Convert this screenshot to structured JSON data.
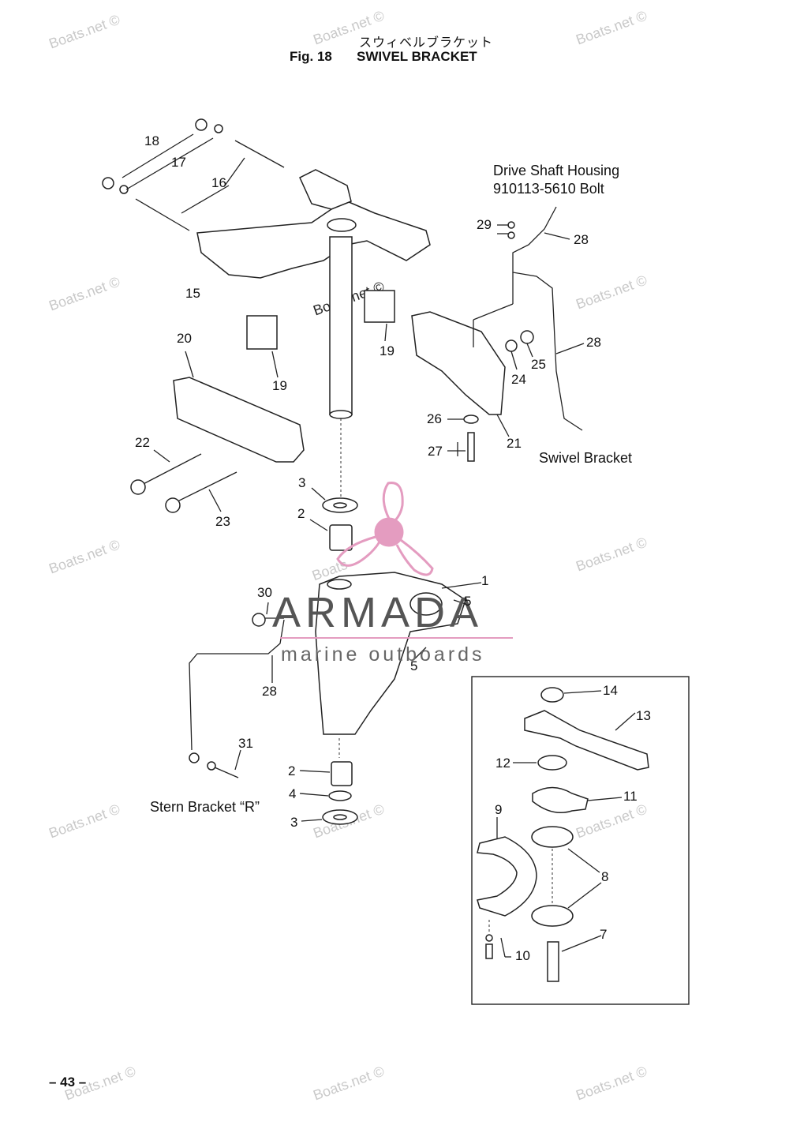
{
  "header": {
    "japanese": "スウィベルブラケット",
    "fig_label": "Fig. 18",
    "title": "SWIVEL BRACKET"
  },
  "captions": {
    "drive_shaft_line1": "Drive Shaft Housing",
    "drive_shaft_line2": "910113-5610 Bolt",
    "swivel_bracket": "Swivel Bracket",
    "stern_bracket": "Stern Bracket “R”"
  },
  "callouts": {
    "c1": "1",
    "c2a": "2",
    "c2b": "2",
    "c3a": "3",
    "c3b": "3",
    "c4": "4",
    "c5a": "5",
    "c5b": "5",
    "c7": "7",
    "c8": "8",
    "c9": "9",
    "c10": "10",
    "c11": "11",
    "c12": "12",
    "c13": "13",
    "c14": "14",
    "c15": "15",
    "c16": "16",
    "c17": "17",
    "c18": "18",
    "c19a": "19",
    "c19b": "19",
    "c20": "20",
    "c21": "21",
    "c22": "22",
    "c23": "23",
    "c24": "24",
    "c25": "25",
    "c26": "26",
    "c27": "27",
    "c28a": "28",
    "c28b": "28",
    "c28c": "28",
    "c29": "29",
    "c30": "30",
    "c31": "31"
  },
  "watermarks": {
    "boats": "Boats.net ©",
    "boats_short": "Boats"
  },
  "logo": {
    "name": "ARMADA",
    "tagline": "marine outboards",
    "color": "#e49cc0"
  },
  "footer": {
    "page_number": "– 43 –"
  }
}
